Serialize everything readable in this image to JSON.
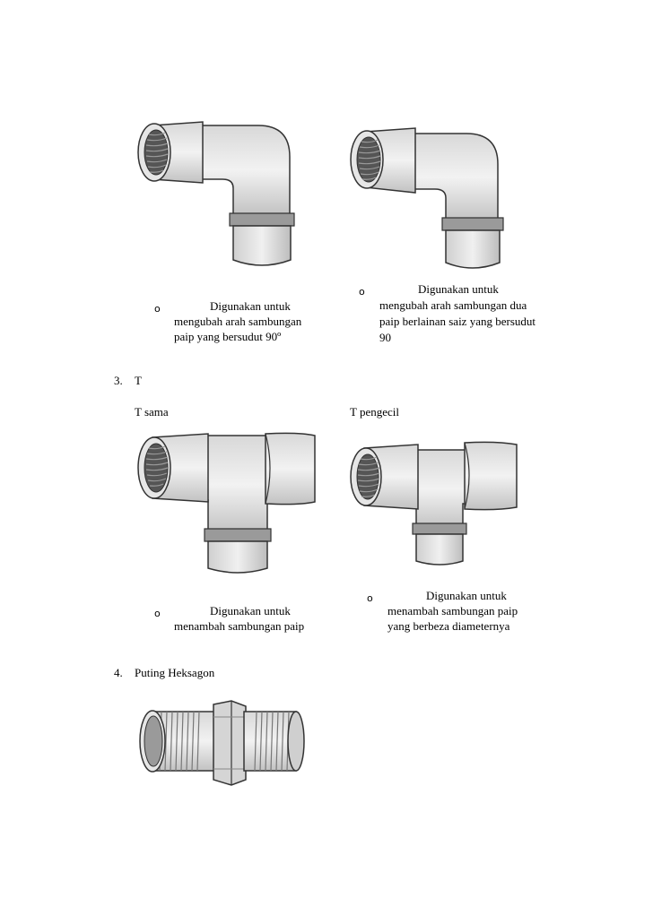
{
  "elbow_equal": {
    "bullet": "o",
    "desc_line1": "Digunakan untuk",
    "desc_line2": "mengubah arah sambungan",
    "desc_line3": "paip yang bersudut 90º"
  },
  "elbow_reducer": {
    "bullet": "o",
    "desc_line1": "Digunakan untuk",
    "desc_line2": "mengubah arah sambungan dua",
    "desc_line3": "paip berlainan saiz yang bersudut",
    "desc_line4": "90"
  },
  "section3": {
    "number": "3.",
    "title": "T",
    "left_label": "T sama",
    "right_label": "T pengecil"
  },
  "tee_equal": {
    "bullet": "o",
    "desc_line1": "Digunakan untuk",
    "desc_line2": "menambah sambungan paip"
  },
  "tee_reducer": {
    "bullet": "o",
    "desc_line1": "Digunakan untuk",
    "desc_line2": "menambah sambungan paip",
    "desc_line3": "yang berbeza diameternya"
  },
  "section4": {
    "number": "4.",
    "title": "Puting Heksagon"
  },
  "colors": {
    "pipe_fill": "#e6e6e6",
    "pipe_stroke": "#333333",
    "thread": "#666666",
    "band": "#9a9a9a"
  }
}
